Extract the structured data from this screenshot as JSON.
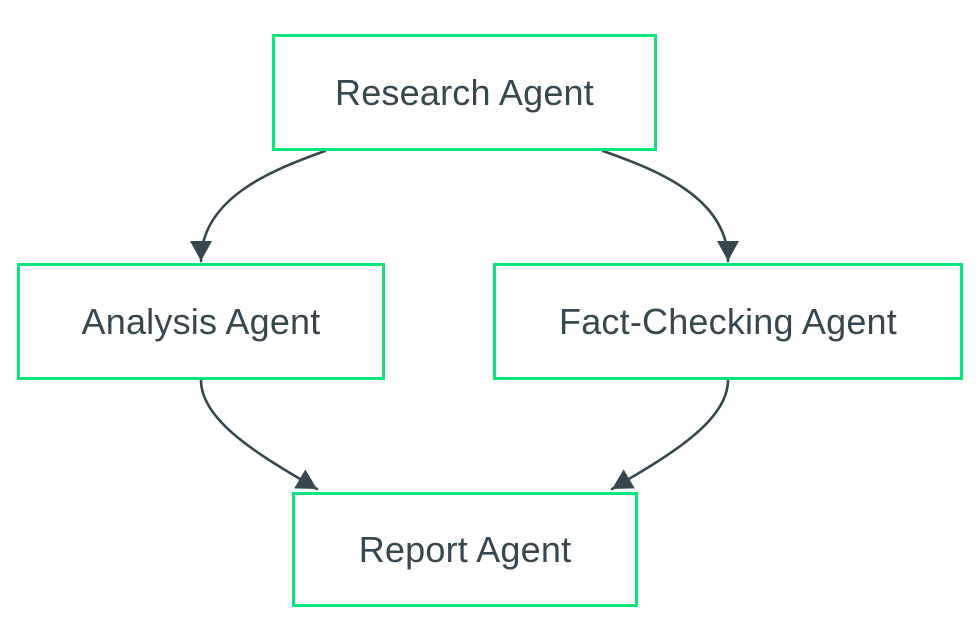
{
  "diagram": {
    "type": "flowchart",
    "direction": "top-down",
    "nodes": [
      {
        "id": "research",
        "label": "Research Agent"
      },
      {
        "id": "analysis",
        "label": "Analysis Agent"
      },
      {
        "id": "factcheck",
        "label": "Fact-Checking Agent"
      },
      {
        "id": "report",
        "label": "Report Agent"
      }
    ],
    "edges": [
      {
        "from": "research",
        "to": "analysis",
        "arrow": "filled-triangle"
      },
      {
        "from": "research",
        "to": "factcheck",
        "arrow": "filled-triangle"
      },
      {
        "from": "analysis",
        "to": "report",
        "arrow": "filled-triangle"
      },
      {
        "from": "factcheck",
        "to": "report",
        "arrow": "filled-triangle"
      }
    ]
  },
  "colors": {
    "background": "#ffffff",
    "node_border": "#0be57e",
    "node_fill": "#ffffff",
    "node_text": "#37474f",
    "edge": "#37474f"
  }
}
